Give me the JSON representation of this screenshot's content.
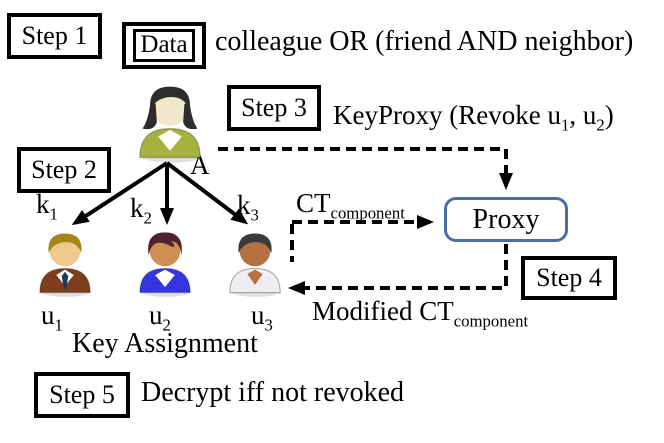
{
  "colors": {
    "box_border": "#000000",
    "proxy_border": "#4a6fa5",
    "arrow": "#000000",
    "background": "#ffffff"
  },
  "steps": {
    "step1": "Step 1",
    "step2": "Step 2",
    "step3": "Step 3",
    "step4": "Step 4",
    "step5": "Step 5"
  },
  "data_box": "Data",
  "proxy_box": "Proxy",
  "policy_text": "colleague OR (friend AND neighbor)",
  "keyproxy": {
    "p1": "KeyProxy (Revoke u",
    "s1": "1",
    "p2": ", u",
    "s2": "2",
    "p3": ")"
  },
  "ct_label": {
    "base": "CT",
    "sub": "component"
  },
  "modified_ct_label": {
    "base": "Modified CT",
    "sub": "component"
  },
  "key_assignment": "Key Assignment",
  "decrypt_text": "Decrypt iff not revoked",
  "owner": {
    "label": "A"
  },
  "keys": [
    {
      "base": "k",
      "sub": "1"
    },
    {
      "base": "k",
      "sub": "2"
    },
    {
      "base": "k",
      "sub": "3"
    }
  ],
  "users": [
    {
      "base": "u",
      "sub": "1"
    },
    {
      "base": "u",
      "sub": "2"
    },
    {
      "base": "u",
      "sub": "3"
    }
  ],
  "avatars": {
    "a": {
      "shirt": "#a6b23e",
      "hair": "#2d2d2d",
      "skin": "#f1e7cb"
    },
    "u1": {
      "shirt": "#7e3d1d",
      "hair": "#a8851a",
      "skin": "#f0c98e",
      "tie": "#223a55"
    },
    "u2": {
      "shirt": "#3535e0",
      "hair": "#4f2430",
      "skin": "#cf8e52"
    },
    "u3": {
      "shirt": "#eeeef2",
      "hair": "#3a3a3a",
      "skin": "#b5713f"
    }
  }
}
